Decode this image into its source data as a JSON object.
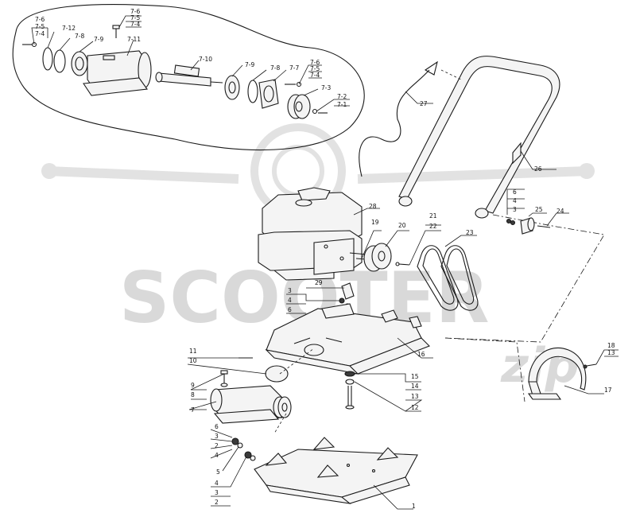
{
  "watermark": {
    "brand": "SCOOTER",
    "script": "zip"
  },
  "callouts": [
    {
      "id": "c-7-6a",
      "text": "7-6"
    },
    {
      "id": "c-7-5a",
      "text": "7-5"
    },
    {
      "id": "c-7-4a",
      "text": "7-4"
    },
    {
      "id": "c-7-12",
      "text": "7-12"
    },
    {
      "id": "c-7-8a",
      "text": "7-8"
    },
    {
      "id": "c-7-9a",
      "text": "7-9"
    },
    {
      "id": "c-7-6b",
      "text": "7-6"
    },
    {
      "id": "c-7-5b",
      "text": "7-5"
    },
    {
      "id": "c-7-4b",
      "text": "7-4"
    },
    {
      "id": "c-7-11",
      "text": "7-11"
    },
    {
      "id": "c-7-10",
      "text": "7-10"
    },
    {
      "id": "c-7-9b",
      "text": "7-9"
    },
    {
      "id": "c-7-8b",
      "text": "7-8"
    },
    {
      "id": "c-7-7",
      "text": "7-7"
    },
    {
      "id": "c-7-6c",
      "text": "7-6"
    },
    {
      "id": "c-7-5c",
      "text": "7-5"
    },
    {
      "id": "c-7-4c",
      "text": "7-4"
    },
    {
      "id": "c-7-3",
      "text": "7-3"
    },
    {
      "id": "c-7-2",
      "text": "7-2"
    },
    {
      "id": "c-7-1",
      "text": "7-1"
    },
    {
      "id": "c-27",
      "text": "27"
    },
    {
      "id": "c-26",
      "text": "26"
    },
    {
      "id": "c-6a",
      "text": "6"
    },
    {
      "id": "c-4a",
      "text": "4"
    },
    {
      "id": "c-3a",
      "text": "3"
    },
    {
      "id": "c-25",
      "text": "25"
    },
    {
      "id": "c-24",
      "text": "24"
    },
    {
      "id": "c-28",
      "text": "28"
    },
    {
      "id": "c-19",
      "text": "19"
    },
    {
      "id": "c-20",
      "text": "20"
    },
    {
      "id": "c-21",
      "text": "21"
    },
    {
      "id": "c-22",
      "text": "22"
    },
    {
      "id": "c-23",
      "text": "23"
    },
    {
      "id": "c-29",
      "text": "29"
    },
    {
      "id": "c-3b",
      "text": "3"
    },
    {
      "id": "c-4b",
      "text": "4"
    },
    {
      "id": "c-6b",
      "text": "6"
    },
    {
      "id": "c-11",
      "text": "11"
    },
    {
      "id": "c-10",
      "text": "10"
    },
    {
      "id": "c-16",
      "text": "16"
    },
    {
      "id": "c-15",
      "text": "15"
    },
    {
      "id": "c-14",
      "text": "14"
    },
    {
      "id": "c-13a",
      "text": "13"
    },
    {
      "id": "c-12",
      "text": "12"
    },
    {
      "id": "c-18",
      "text": "18"
    },
    {
      "id": "c-13b",
      "text": "13"
    },
    {
      "id": "c-17",
      "text": "17"
    },
    {
      "id": "c-9",
      "text": "9"
    },
    {
      "id": "c-8",
      "text": "8"
    },
    {
      "id": "c-7",
      "text": "7"
    },
    {
      "id": "c-6c",
      "text": "6"
    },
    {
      "id": "c-3c",
      "text": "3"
    },
    {
      "id": "c-2a",
      "text": "2"
    },
    {
      "id": "c-4c",
      "text": "4"
    },
    {
      "id": "c-5",
      "text": "5"
    },
    {
      "id": "c-4d",
      "text": "4"
    },
    {
      "id": "c-3d",
      "text": "3"
    },
    {
      "id": "c-2b",
      "text": "2"
    },
    {
      "id": "c-1",
      "text": "1"
    }
  ]
}
